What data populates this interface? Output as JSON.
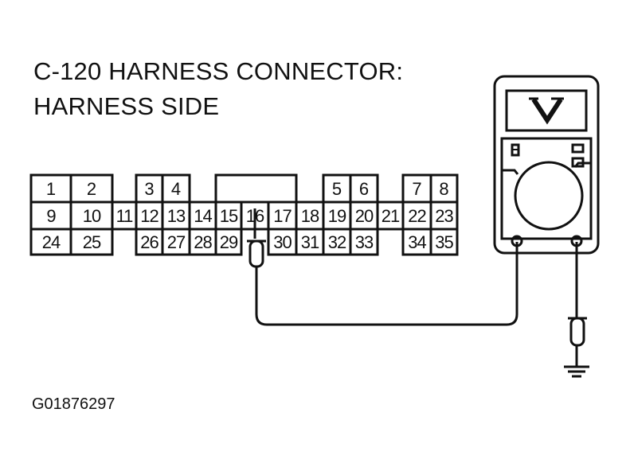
{
  "title_line1": "C-120 HARNESS CONNECTOR:",
  "title_line2": "HARNESS SIDE",
  "figure_id": "G01876297",
  "connector": {
    "row1": [
      {
        "n": "1",
        "col": 0
      },
      {
        "n": "2",
        "col": 1
      },
      {
        "n": "3",
        "col": 4
      },
      {
        "n": "4",
        "col": 5
      },
      {
        "n": "5",
        "col": 12
      },
      {
        "n": "6",
        "col": 13
      },
      {
        "n": "7",
        "col": 16
      },
      {
        "n": "8",
        "col": 17
      }
    ],
    "row2": [
      "9",
      "10",
      "11",
      "12",
      "13",
      "14",
      "15",
      "16",
      "17",
      "18",
      "19",
      "20",
      "21",
      "22",
      "23"
    ],
    "row3": [
      {
        "n": "24",
        "col": 0
      },
      {
        "n": "25",
        "col": 1
      },
      {
        "n": "26",
        "col": 3
      },
      {
        "n": "27",
        "col": 4
      },
      {
        "n": "28",
        "col": 5
      },
      {
        "n": "29",
        "col": 6
      },
      {
        "n": "30",
        "col": 9
      },
      {
        "n": "31",
        "col": 10
      },
      {
        "n": "32",
        "col": 11
      },
      {
        "n": "33",
        "col": 12
      },
      {
        "n": "34",
        "col": 14
      },
      {
        "n": "35",
        "col": 15
      }
    ],
    "probe_terminal": "16"
  },
  "meter": {
    "display_symbol": "V",
    "function": "voltmeter"
  },
  "icons": [
    "voltmeter-icon",
    "probe-icon",
    "ground-icon"
  ],
  "colors": {
    "line": "#111111",
    "background": "#ffffff"
  }
}
